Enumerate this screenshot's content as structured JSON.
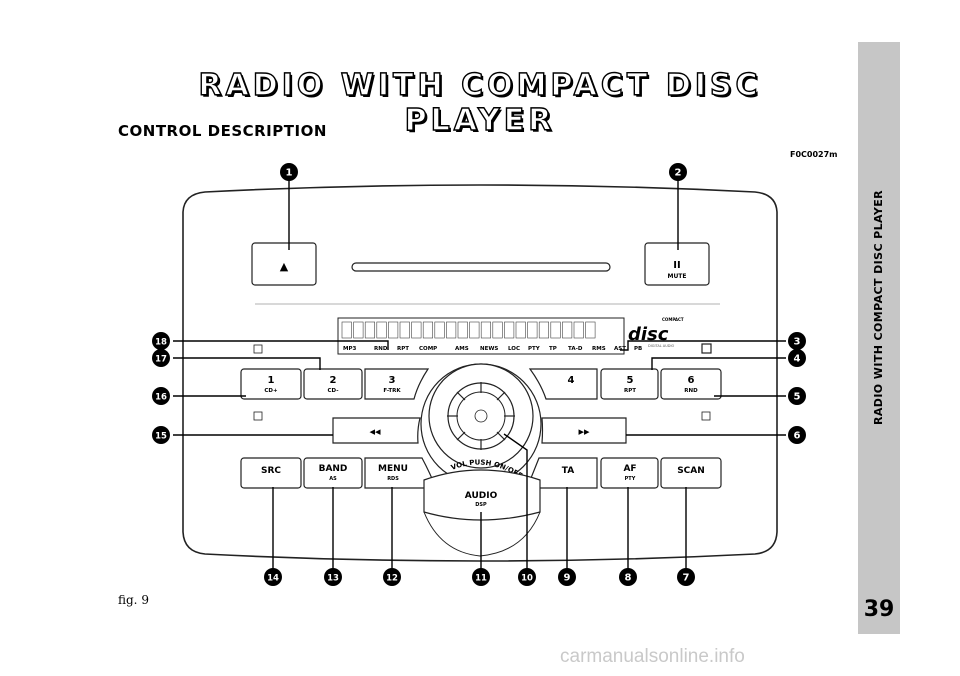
{
  "page": {
    "title": "RADIO WITH COMPACT DISC PLAYER",
    "section": "CONTROL DESCRIPTION",
    "figure_code": "F0C0027m",
    "figure_label": "fig. 9",
    "sidebar_text": "RADIO WITH COMPACT DISC PLAYER",
    "page_number": "39",
    "watermark": "carmanualsonline.info"
  },
  "radio": {
    "eject": "▲",
    "pause": "II",
    "mute": "MUTE",
    "display_indicators": [
      "MP3",
      "RND",
      "RPT",
      "COMP",
      "AMS",
      "NEWS",
      "LOC",
      "PTY",
      "TP",
      "TA-D",
      "RMS",
      "AST",
      "PB"
    ],
    "disc_logo": "disc",
    "disc_logo_top": "COMPACT",
    "disc_logo_bottom": "DIGITAL AUDIO",
    "presets": [
      {
        "main": "1",
        "sub": "CD+"
      },
      {
        "main": "2",
        "sub": "CD-"
      },
      {
        "main": "3",
        "sub": "F-TRK"
      },
      {
        "main": "4",
        "sub": ""
      },
      {
        "main": "5",
        "sub": "RPT"
      },
      {
        "main": "6",
        "sub": "RND"
      }
    ],
    "seek_back": "◂◂",
    "seek_forward": "▸▸",
    "bottom_buttons": [
      {
        "main": "SRC",
        "sub": ""
      },
      {
        "main": "BAND",
        "sub": "AS"
      },
      {
        "main": "MENU",
        "sub": "RDS"
      },
      {
        "main": "TA",
        "sub": ""
      },
      {
        "main": "AF",
        "sub": "PTY"
      },
      {
        "main": "SCAN",
        "sub": ""
      }
    ],
    "knob_label": "VOL PUSH ON/OFF",
    "audio": "AUDIO",
    "dsp": "DSP"
  },
  "callouts": [
    "1",
    "2",
    "3",
    "4",
    "5",
    "6",
    "7",
    "8",
    "9",
    "10",
    "11",
    "12",
    "13",
    "14",
    "15",
    "16",
    "17",
    "18"
  ]
}
